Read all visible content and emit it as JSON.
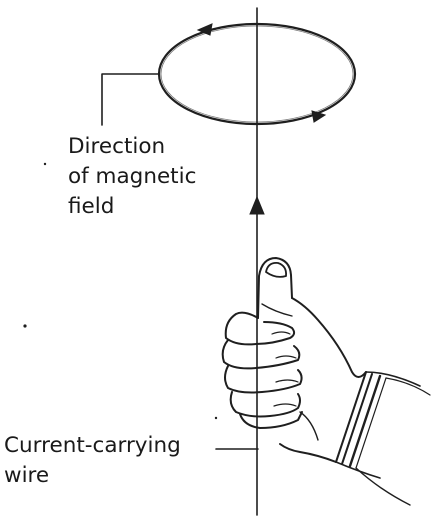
{
  "labels": {
    "field_line1": "Direction",
    "field_line2": "of magnetic",
    "field_line3": "field",
    "wire_line1": "Current-carrying",
    "wire_line2": "wire"
  },
  "colors": {
    "ink": "#1f1f1f",
    "background": "#ffffff"
  }
}
